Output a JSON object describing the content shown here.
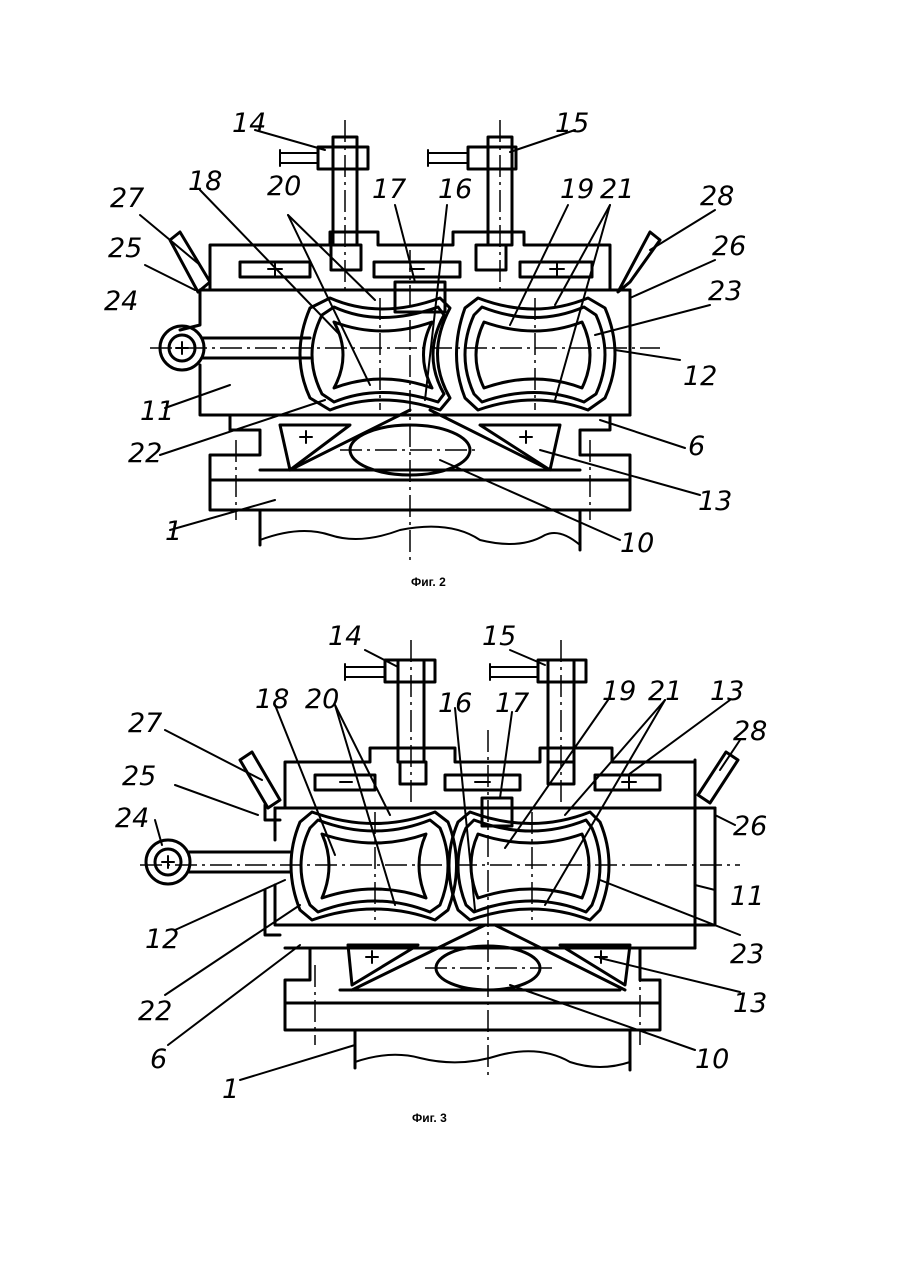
{
  "figures": [
    {
      "caption": "Фиг. 2",
      "labels": [
        "14",
        "15",
        "27",
        "18",
        "20",
        "17",
        "16",
        "19",
        "21",
        "28",
        "25",
        "26",
        "24",
        "23",
        "12",
        "11",
        "22",
        "6",
        "13",
        "1",
        "10"
      ]
    },
    {
      "caption": "Фиг. 3",
      "labels": [
        "14",
        "15",
        "18",
        "20",
        "16",
        "17",
        "19",
        "21",
        "13",
        "27",
        "28",
        "25",
        "26",
        "24",
        "11",
        "12",
        "23",
        "22",
        "13",
        "6",
        "1",
        "10"
      ]
    }
  ],
  "colors": {
    "ink": "#000000",
    "paper": "#ffffff"
  }
}
